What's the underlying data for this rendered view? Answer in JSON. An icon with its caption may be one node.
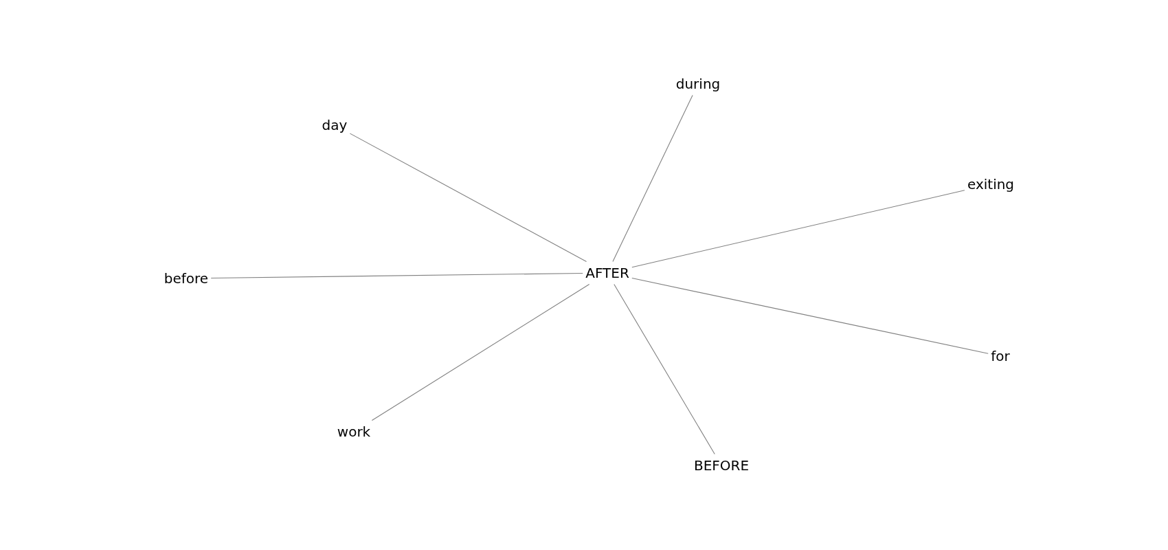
{
  "diagram": {
    "nodes": [
      {
        "text": [
          "during"
        ]
      },
      {
        "text": [
          "day"
        ]
      },
      {
        "text": [
          "exiting"
        ]
      },
      {
        "text": [
          "before"
        ]
      },
      {
        "text": [
          "AFTER"
        ]
      },
      {
        "text": [
          "for"
        ]
      },
      {
        "text": [
          "work"
        ]
      },
      {
        "text": [
          "BEFORE"
        ]
      }
    ],
    "edges": [
      {
        "from": 4,
        "to": 0,
        "arrow": "none"
      },
      {
        "from": 4,
        "to": 1,
        "arrow": "none"
      },
      {
        "from": 4,
        "to": 2,
        "arrow": "none"
      },
      {
        "from": 4,
        "to": 3,
        "arrow": "none"
      },
      {
        "from": 4,
        "to": 5,
        "arrow": "none"
      },
      {
        "from": 4,
        "to": 6,
        "arrow": "none"
      },
      {
        "from": 4,
        "to": 7,
        "arrow": "none"
      }
    ]
  }
}
